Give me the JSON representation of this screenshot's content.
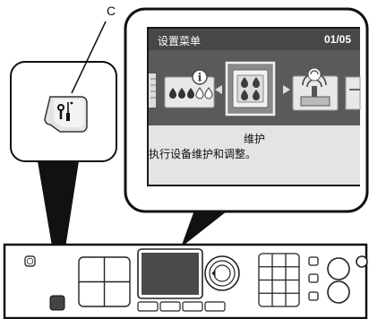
{
  "callout_label": "C",
  "lcd": {
    "title": "设置菜单",
    "page": "01/05",
    "selected_item": "维护",
    "description": "执行设备维护和调整。"
  },
  "icons": {
    "left_icon": "info-ink-icon",
    "selected_icon": "maintenance-ink-icon",
    "right_icon": "wireless-printer-icon",
    "callout_button_icon": "tools-icon"
  }
}
